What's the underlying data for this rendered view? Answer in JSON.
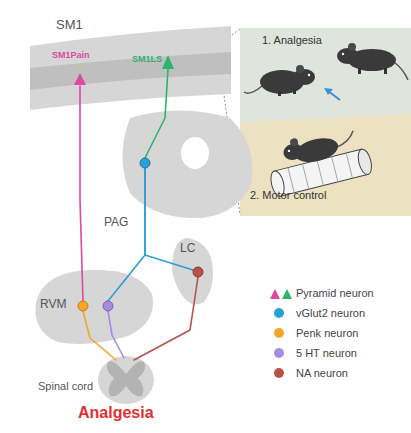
{
  "diagram": {
    "nodes": [
      {
        "text": [
          "SM1"
        ]
      },
      {
        "text": [
          "SM1Pain"
        ],
        "in": 0
      },
      {
        "text": [
          "SM1LS"
        ],
        "in": 0
      },
      {
        "text": [
          "1. Analgesia"
        ]
      },
      {
        "text": [
          "2. Motor control"
        ]
      },
      {
        "text": [
          "PAG"
        ]
      },
      {
        "text": [
          "LC"
        ]
      },
      {
        "text": [
          "RVM"
        ]
      },
      {
        "text": [
          "Spinal cord"
        ]
      }
    ],
    "edges": [
      {
        "from": 1,
        "to": 7,
        "arrow": "none"
      },
      {
        "from": 2,
        "to": 5,
        "arrow": "none"
      },
      {
        "from": 5,
        "to": 7,
        "arrow": "none"
      },
      {
        "from": 5,
        "to": 6,
        "arrow": "none"
      },
      {
        "from": 7,
        "to": 8,
        "arrow": "none"
      },
      {
        "from": 7,
        "to": 8,
        "arrow": "none"
      },
      {
        "from": 6,
        "to": 8,
        "arrow": "none"
      }
    ],
    "labels": [
      "Analgesia"
    ],
    "legend": [
      {
        "text": "Pyramid neuron"
      },
      {
        "text": "vGlut2 neuron",
        "color": "#2b9fd8"
      },
      {
        "text": "Penk neuron",
        "color": "#f4a52a"
      },
      {
        "text": "5 HT neuron",
        "color": "#a68ce0"
      },
      {
        "text": "NA neuron",
        "color": "#b5534b"
      }
    ]
  }
}
